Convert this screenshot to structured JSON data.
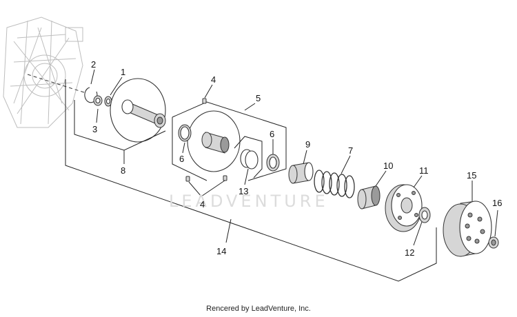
{
  "callouts": {
    "c1": "1",
    "c2": "2",
    "c3": "3",
    "c4a": "4",
    "c4b": "4",
    "c5": "5",
    "c6a": "6",
    "c6b": "6",
    "c7": "7",
    "c8": "8",
    "c9": "9",
    "c10": "10",
    "c11": "11",
    "c12": "12",
    "c13": "13",
    "c14": "14",
    "c15": "15",
    "c16": "16"
  },
  "watermark": "LEADVENTURE",
  "footer": "Rencered by LeadVenture, Inc."
}
